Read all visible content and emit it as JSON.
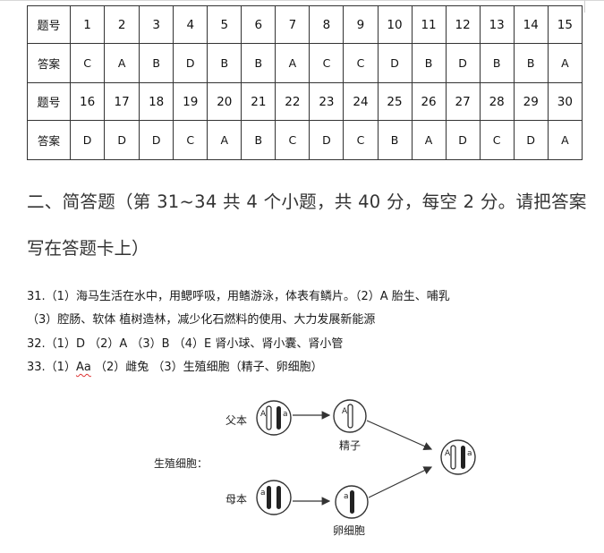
{
  "table": {
    "rows": [
      {
        "header": "题号",
        "cells": [
          "1",
          "2",
          "3",
          "4",
          "5",
          "6",
          "7",
          "8",
          "9",
          "10",
          "11",
          "12",
          "13",
          "14",
          "15"
        ]
      },
      {
        "header": "答案",
        "cells": [
          "C",
          "A",
          "B",
          "D",
          "B",
          "B",
          "A",
          "C",
          "C",
          "D",
          "B",
          "D",
          "B",
          "B",
          "A"
        ]
      },
      {
        "header": "题号",
        "cells": [
          "16",
          "17",
          "18",
          "19",
          "20",
          "21",
          "22",
          "23",
          "24",
          "25",
          "26",
          "27",
          "28",
          "29",
          "30"
        ]
      },
      {
        "header": "答案",
        "cells": [
          "D",
          "D",
          "D",
          "C",
          "A",
          "B",
          "C",
          "D",
          "C",
          "B",
          "A",
          "D",
          "C",
          "D",
          "A"
        ]
      }
    ]
  },
  "section": {
    "title_line1": "二、简答题（第 31~34 共 4 个小题，共 40 分，每空 2 分。请把答案",
    "title_line2": "写在答题卡上）"
  },
  "answers": {
    "q31_line1": "31.（1）海马生活在水中，用鳃呼吸，用鳍游泳，体表有鳞片。（2）A    胎生、哺乳",
    "q31_line2": "（3）腔肠、软体      植树造林，减少化石燃料的使用、大力发展新能源",
    "q32": "32.（1）D      （2）A       （3）B       （4）E          肾小球、肾小囊、肾小管",
    "q33_prefix": "33.（1）",
    "q33_genotype": "Aa",
    "q33_rest": "    （2）雌兔    （3）生殖细胞（精子、卵细胞）"
  },
  "diagram": {
    "label_germ_cells": "生殖细胞：",
    "label_father": "父本",
    "label_mother": "母本",
    "label_sperm": "精子",
    "label_egg": "卵细胞",
    "allele_A": "A",
    "allele_a": "a"
  }
}
